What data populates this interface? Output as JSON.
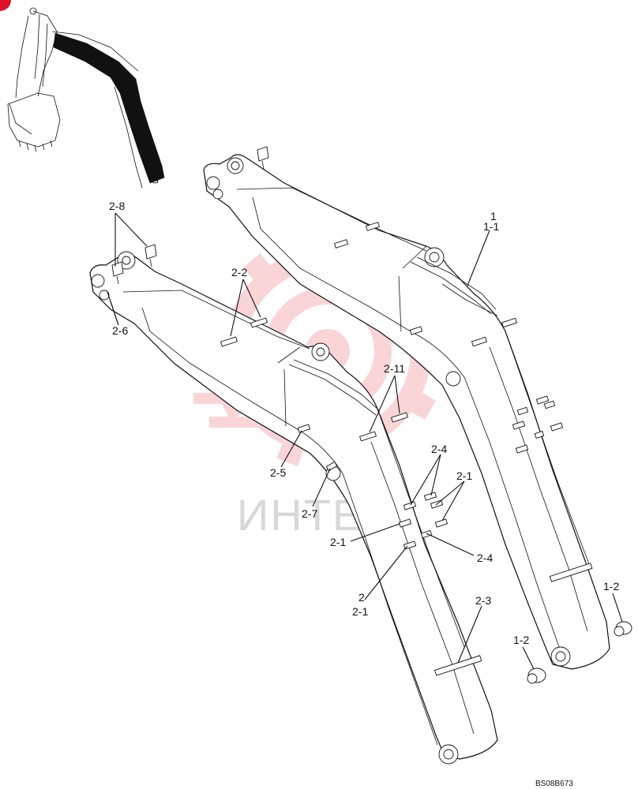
{
  "drawing": {
    "document_id": "BS08B673",
    "watermark_text": "ИНТЕХ",
    "watermark_color": "#e8434c",
    "corner_mark_color": "#e0102a"
  },
  "callouts": [
    {
      "id": "c-1",
      "text": "1"
    },
    {
      "id": "c-1-1",
      "text": "1-1"
    },
    {
      "id": "c-1-2a",
      "text": "1-2"
    },
    {
      "id": "c-1-2b",
      "text": "1-2"
    },
    {
      "id": "c-2",
      "text": "2"
    },
    {
      "id": "c-2-1a",
      "text": "2-1"
    },
    {
      "id": "c-2-1b",
      "text": "2-1"
    },
    {
      "id": "c-2-1c",
      "text": "2-1"
    },
    {
      "id": "c-2-2",
      "text": "2-2"
    },
    {
      "id": "c-2-3",
      "text": "2-3"
    },
    {
      "id": "c-2-4a",
      "text": "2-4"
    },
    {
      "id": "c-2-4b",
      "text": "2-4"
    },
    {
      "id": "c-2-5",
      "text": "2-5"
    },
    {
      "id": "c-2-6",
      "text": "2-6"
    },
    {
      "id": "c-2-7",
      "text": "2-7"
    },
    {
      "id": "c-2-8",
      "text": "2-8"
    },
    {
      "id": "c-2-11",
      "text": "2-11"
    }
  ]
}
